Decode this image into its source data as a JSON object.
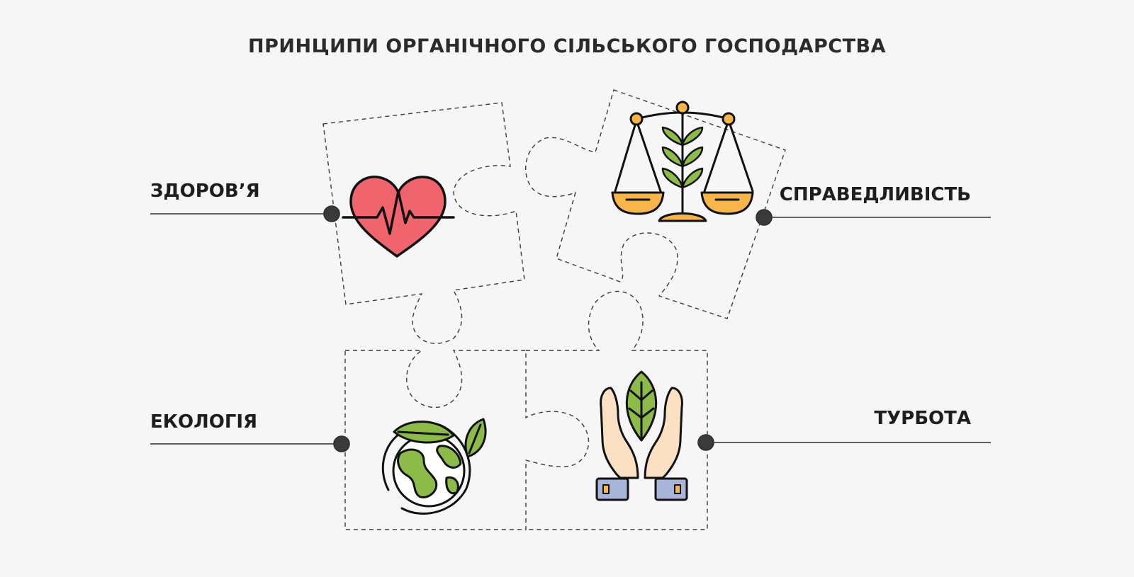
{
  "title": "ПРИНЦИПИ ОРГАНІЧНОГО СІЛЬСЬКОГО ГОСПОДАРСТВА",
  "principles": {
    "health": {
      "label": "ЗДОРОВ’Я",
      "icon": "heart-pulse-icon"
    },
    "fairness": {
      "label": "СПРАВЕДЛИВІСТЬ",
      "icon": "balance-scale-plant-icon"
    },
    "ecology": {
      "label": "ЕКОЛОГІЯ",
      "icon": "globe-leaves-icon"
    },
    "care": {
      "label": "ТУРБОТА",
      "icon": "hands-leaf-icon"
    }
  },
  "colors": {
    "background": "#f6f6f6",
    "ink": "#1e1e1e",
    "heart": "#f0646e",
    "leaf": "#8cbb4a",
    "scale_pan": "#f7b54a",
    "skin": "#fbe0c4",
    "cuff": "#a8b4d8"
  }
}
